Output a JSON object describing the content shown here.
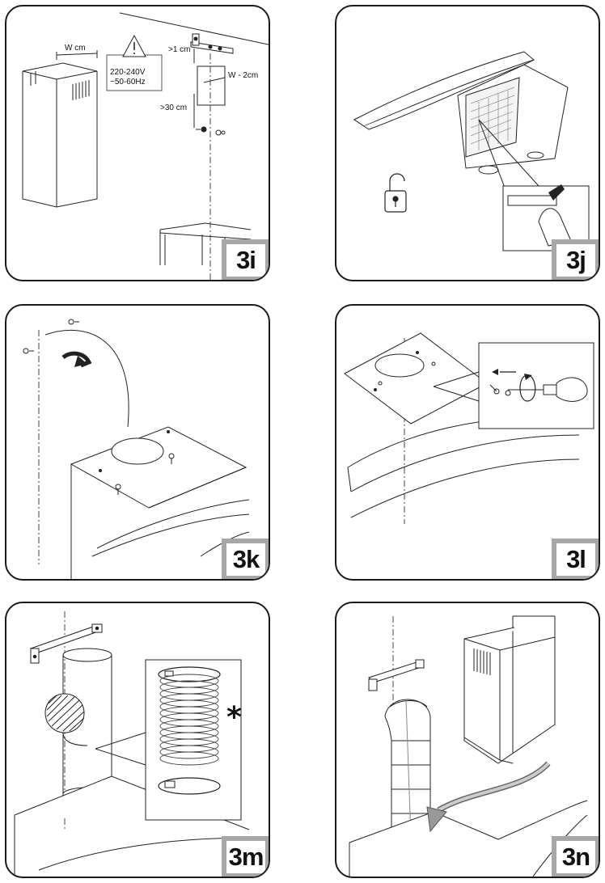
{
  "panels": [
    {
      "id": "3i",
      "badge": "3i"
    },
    {
      "id": "3j",
      "badge": "3j"
    },
    {
      "id": "3k",
      "badge": "3k"
    },
    {
      "id": "3l",
      "badge": "3l"
    },
    {
      "id": "3m",
      "badge": "3m"
    },
    {
      "id": "3n",
      "badge": "3n"
    }
  ],
  "labels": {
    "chimney_width": "W cm",
    "voltage": "220-240V",
    "frequency": "~50-60Hz",
    "top_gap": ">1 cm",
    "bracket_width": "W - 2cm",
    "bottom_gap": ">30 cm"
  },
  "note_marker": "*",
  "icons": {
    "warning": "warning-triangle-icon",
    "unlock": "open-padlock-icon",
    "arrow": "curved-arrow-icon",
    "screwdriver": "screwdriver-icon"
  }
}
